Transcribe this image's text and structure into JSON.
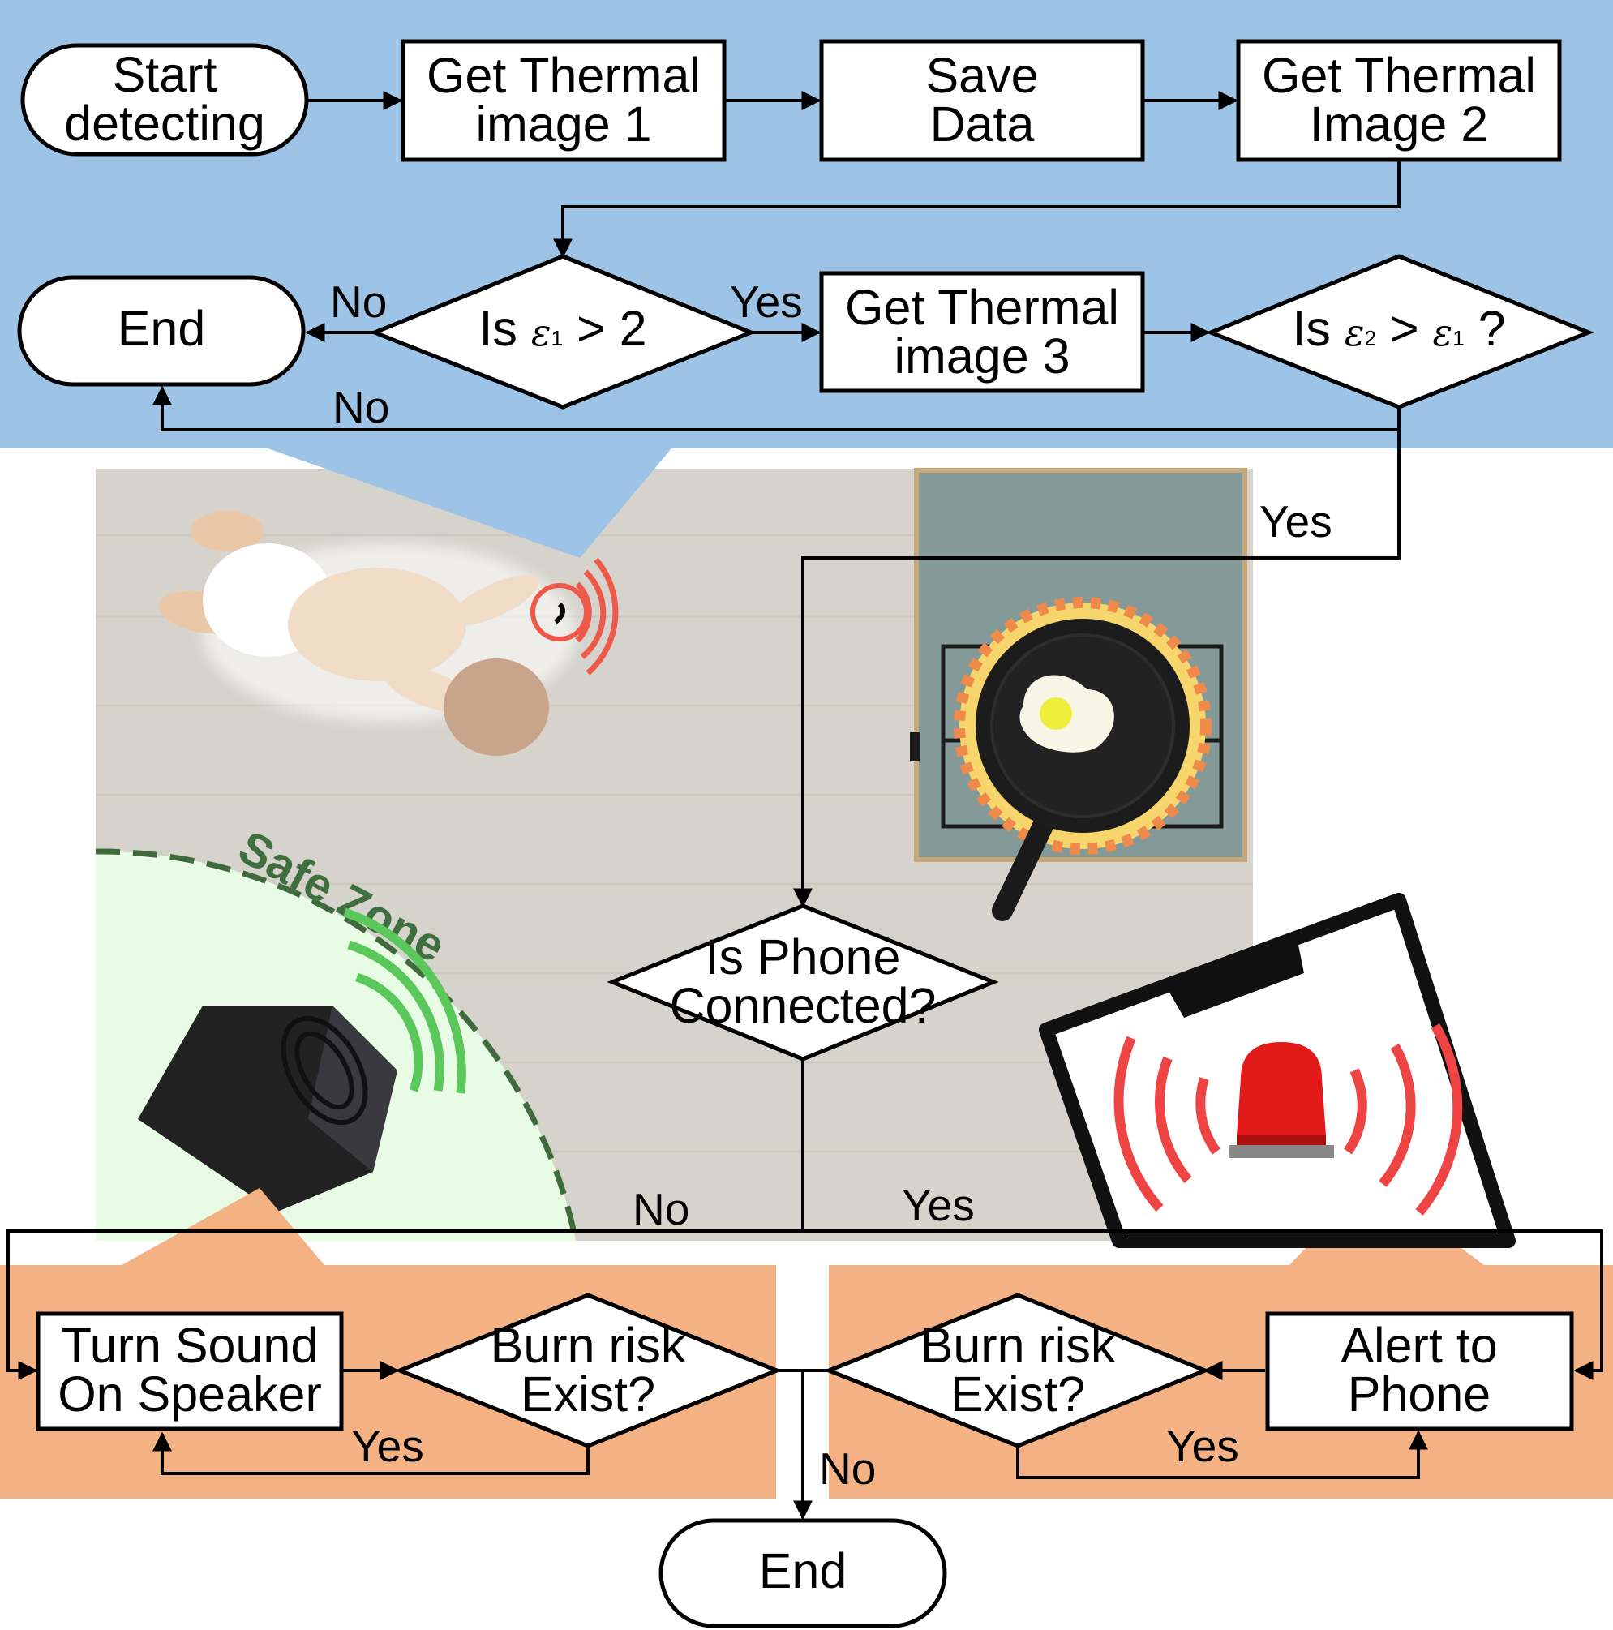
{
  "nodes": {
    "start": "Start|detecting",
    "thermal1": "Get Thermal|image 1",
    "save": "Save|Data",
    "thermal2": "Get Thermal|Image 2",
    "end_top": "End",
    "thermal3": "Get Thermal|image 3",
    "phone_connected": "Is Phone|Connected?",
    "speaker": "Turn Sound|On Speaker",
    "burn_left": "Burn risk|Exist?",
    "burn_right": "Burn risk|Exist?",
    "alert_phone": "Alert to|Phone",
    "end_bottom": "End"
  },
  "decision1": {
    "prefix": "Is ",
    "sym": "ε",
    "sub": "1",
    "suffix": " > 2"
  },
  "decision2": {
    "prefix": "Is ",
    "sym_a": "ε",
    "sub_a": "2",
    "mid": " > ",
    "sym_b": "ε",
    "sub_b": "1",
    "suffix": " ?"
  },
  "edge_labels": {
    "d1_no": "No",
    "d1_yes": "Yes",
    "d2_no": "No",
    "d2_yes": "Yes",
    "phone_no": "No",
    "phone_yes": "Yes",
    "burn_left_yes": "Yes",
    "burn_right_yes": "Yes",
    "burn_no": "No"
  },
  "safe_zone_label": "Safe Zone",
  "colors": {
    "flow_bg": "#9dc3e6",
    "orange_bg": "#f4b183",
    "floor": "#d6d3cc",
    "safe_zone": "#e8fbe4",
    "counter": "#839a99",
    "alarm": "#ee4444"
  }
}
